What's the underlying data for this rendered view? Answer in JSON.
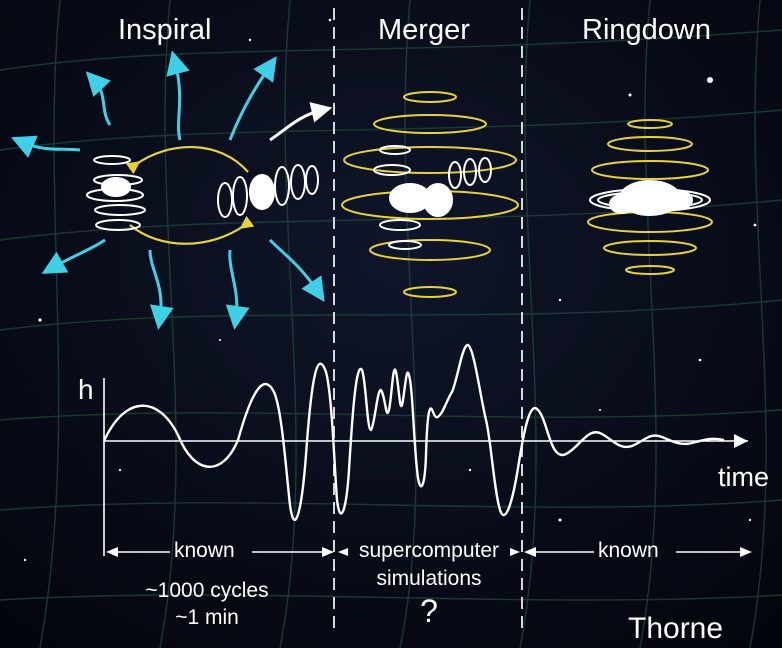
{
  "phases": {
    "inspiral": "Inspiral",
    "merger": "Merger",
    "ringdown": "Ringdown"
  },
  "axis": {
    "y_label": "h",
    "x_label": "time"
  },
  "bottom": {
    "known_left": "known",
    "merger_line1": "supercomputer",
    "merger_line2": "simulations",
    "merger_question": "?",
    "known_right": "known",
    "cycles": "~1000 cycles",
    "duration": "~1 min"
  },
  "credit": "Thorne",
  "colors": {
    "background": "#050814",
    "grid": "#1f4a3a",
    "arrow_cyan": "#3fd0e8",
    "orbit_yellow": "#e8d23a",
    "text": "#ffffff"
  }
}
